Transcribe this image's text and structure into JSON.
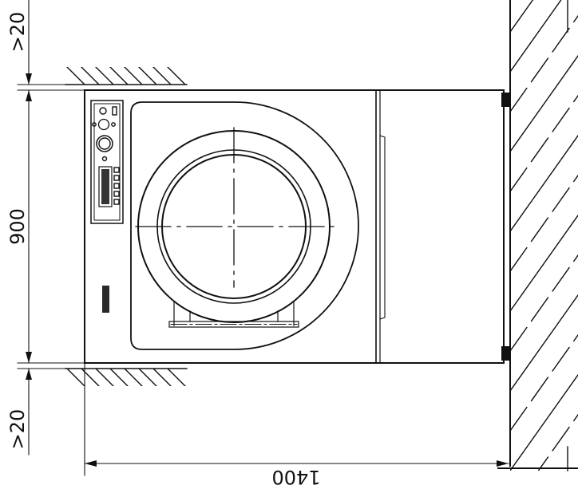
{
  "dimensions": {
    "top_clearance": ">20",
    "height": "900",
    "bottom_clearance": ">20",
    "width": "1400"
  },
  "colors": {
    "line": "#111111",
    "background": "#ffffff"
  }
}
